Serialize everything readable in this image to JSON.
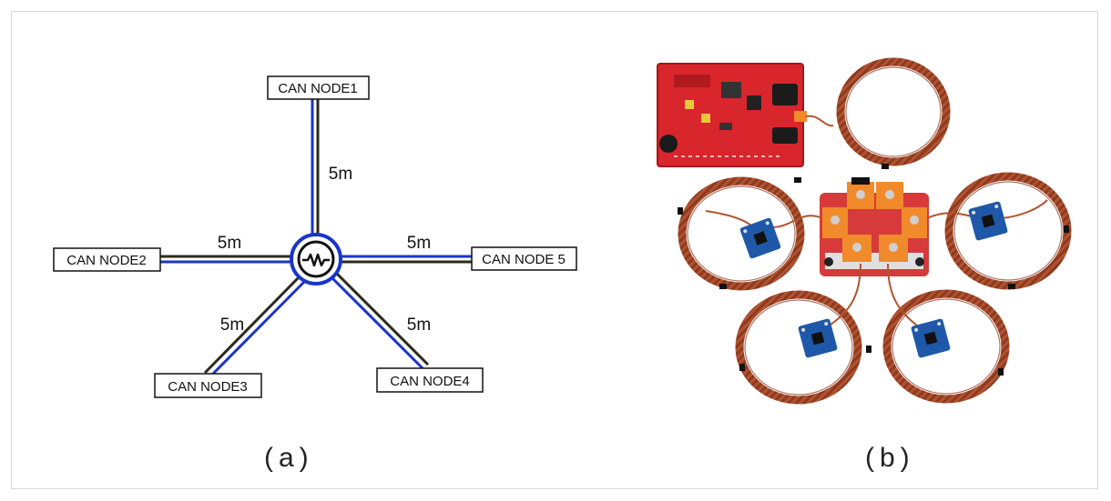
{
  "panel_a": {
    "caption": "(a)",
    "nodes": [
      {
        "id": "n1",
        "label": "CAN NODE1",
        "cable": "5m"
      },
      {
        "id": "n2",
        "label": "CAN NODE2",
        "cable": "5m"
      },
      {
        "id": "n5",
        "label": "CAN NODE 5",
        "cable": "5m"
      },
      {
        "id": "n3",
        "label": "CAN NODE3",
        "cable": "5m"
      },
      {
        "id": "n4",
        "label": "CAN NODE4",
        "cable": "5m"
      }
    ],
    "hub_icon": "resistor-icon",
    "colors": {
      "wire_blue": "#1a35c9",
      "wire_dark": "#2b2a1c",
      "hub": "#1a35c9"
    }
  },
  "panel_b": {
    "caption": "(b)",
    "colors": {
      "pcb_red": "#d8262c",
      "cable_copper": "#b4522e",
      "module_blue": "#1f58a8",
      "terminal_orange": "#f08a2a"
    }
  }
}
